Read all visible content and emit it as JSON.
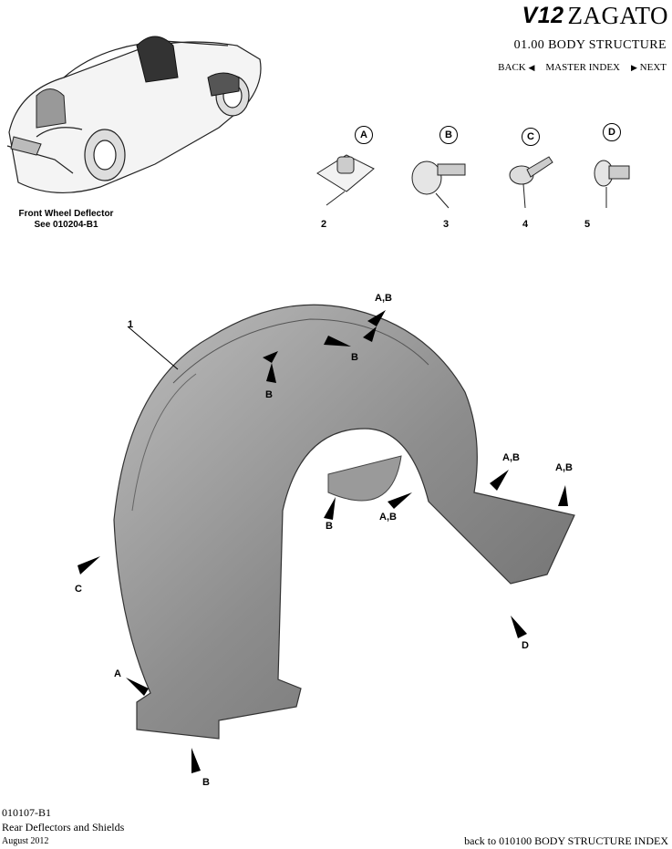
{
  "header": {
    "brand_mark": "V12",
    "brand_name": "ZAGATO",
    "section_title": "01.00 BODY STRUCTURE",
    "nav": {
      "back": "BACK",
      "master_index": "MASTER INDEX",
      "next": "NEXT"
    }
  },
  "vehicle_inset": {
    "caption_line1": "Front Wheel Deflector",
    "caption_line2": "See 010204-B1"
  },
  "fasteners": [
    {
      "letter": "A",
      "number": "2"
    },
    {
      "letter": "B",
      "number": "3"
    },
    {
      "letter": "C",
      "number": "4"
    },
    {
      "letter": "D",
      "number": "5"
    }
  ],
  "diagram": {
    "part_number": "1",
    "labels": [
      "A,B",
      "B",
      "B",
      "B",
      "A,B",
      "A,B",
      "A,B",
      "C",
      "D",
      "A",
      "B"
    ]
  },
  "footer": {
    "code": "010107-B1",
    "title": "Rear Deflectors and Shields",
    "date": "August 2012",
    "back_link": "back to 010100 BODY STRUCTURE INDEX"
  }
}
